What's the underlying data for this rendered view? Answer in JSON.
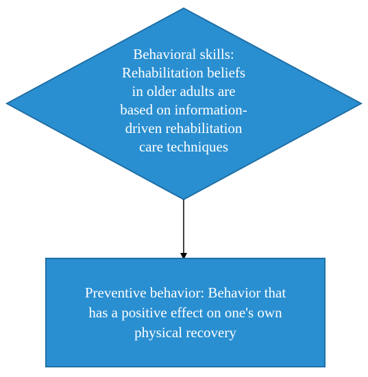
{
  "colors": {
    "shape_fill": "#2a8fd1",
    "shape_border": "#1f6fa5",
    "shape_text": "#ffffff",
    "connector": "#000000"
  },
  "decision_node": {
    "shape": "diamond",
    "lines": [
      "Behavioral skills:",
      "Rehabilitation beliefs",
      "in older adults are",
      "based on information-",
      "driven rehabilitation",
      "care techniques"
    ]
  },
  "connector": {
    "type": "arrow",
    "direction": "down"
  },
  "process_node": {
    "shape": "rectangle",
    "lines": [
      "Preventive behavior: Behavior that",
      "has a positive effect on one's own",
      "physical recovery"
    ]
  }
}
